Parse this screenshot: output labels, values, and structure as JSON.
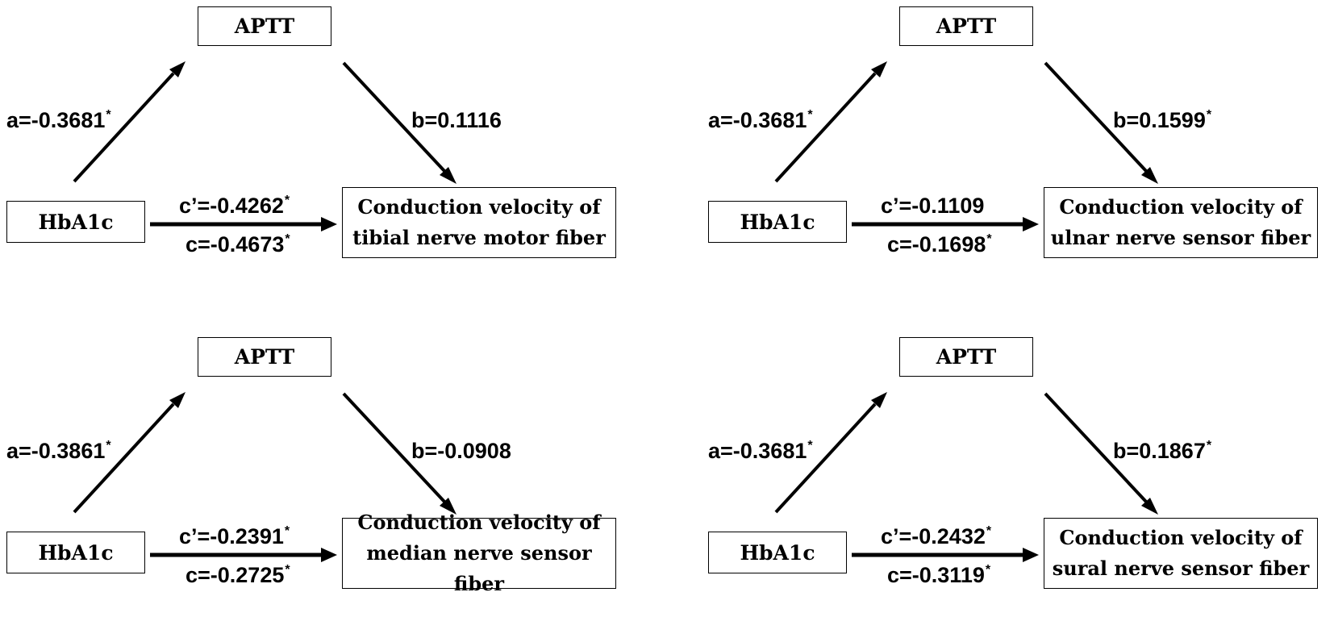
{
  "panels": [
    {
      "mediator": "APTT",
      "predictor": "HbA1c",
      "outcome_line1": "Conduction velocity of",
      "outcome_line2": "tibial nerve motor fiber",
      "a": "a=-0.3681",
      "a_sig": "*",
      "b": "b=0.1116",
      "b_sig": "",
      "c_prime": "c’=-0.4262",
      "c_prime_sig": "*",
      "c": "c=-0.4673",
      "c_sig": "*"
    },
    {
      "mediator": "APTT",
      "predictor": "HbA1c",
      "outcome_line1": "Conduction velocity of",
      "outcome_line2": "ulnar nerve sensor fiber",
      "a": "a=-0.3681",
      "a_sig": "*",
      "b": "b=0.1599",
      "b_sig": "*",
      "c_prime": "c’=-0.1109",
      "c_prime_sig": "",
      "c": "c=-0.1698",
      "c_sig": "*"
    },
    {
      "mediator": "APTT",
      "predictor": "HbA1c",
      "outcome_line1": "Conduction velocity of",
      "outcome_line2": "median nerve sensor fiber",
      "a": "a=-0.3861",
      "a_sig": "*",
      "b": "b=-0.0908",
      "b_sig": "",
      "c_prime": "c’=-0.2391",
      "c_prime_sig": "*",
      "c": "c=-0.2725",
      "c_sig": "*"
    },
    {
      "mediator": "APTT",
      "predictor": "HbA1c",
      "outcome_line1": "Conduction velocity of",
      "outcome_line2": "sural nerve sensor fiber",
      "a": "a=-0.3681",
      "a_sig": "*",
      "b": "b=0.1867",
      "b_sig": "*",
      "c_prime": "c’=-0.2432",
      "c_prime_sig": "*",
      "c": "c=-0.3119",
      "c_sig": "*"
    }
  ]
}
